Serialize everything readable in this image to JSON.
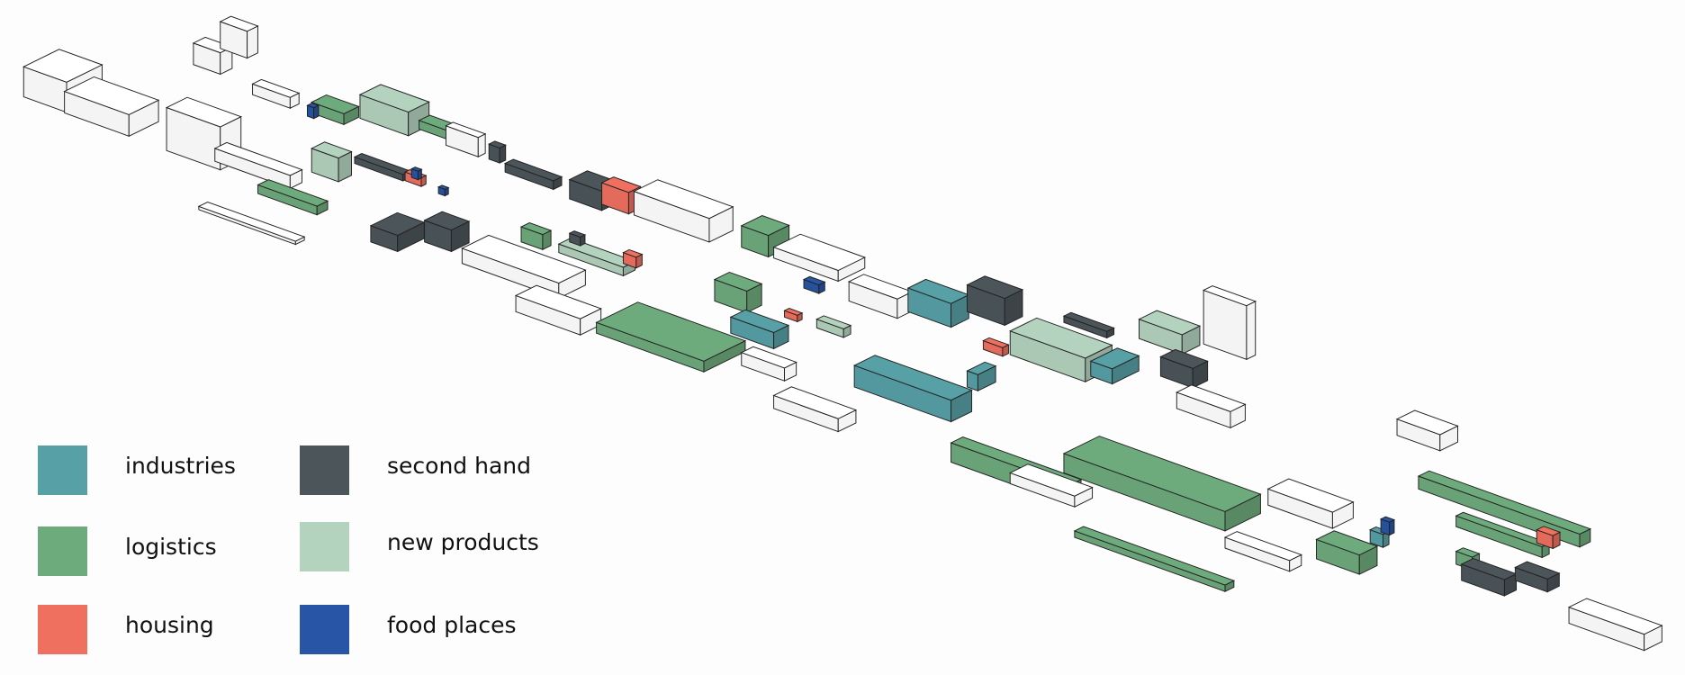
{
  "legend": {
    "items": [
      {
        "key": "industries",
        "label": "industries",
        "color": "#57a0a6"
      },
      {
        "key": "logistics",
        "label": "logistics",
        "color": "#6eab7c"
      },
      {
        "key": "housing",
        "label": "housing",
        "color": "#f07060"
      },
      {
        "key": "second_hand",
        "label": "second hand",
        "color": "#4c555a"
      },
      {
        "key": "new_products",
        "label": "new products",
        "color": "#b4d3be"
      },
      {
        "key": "food_places",
        "label": "food places",
        "color": "#2855a5"
      }
    ]
  },
  "other_color": "#ffffff"
}
